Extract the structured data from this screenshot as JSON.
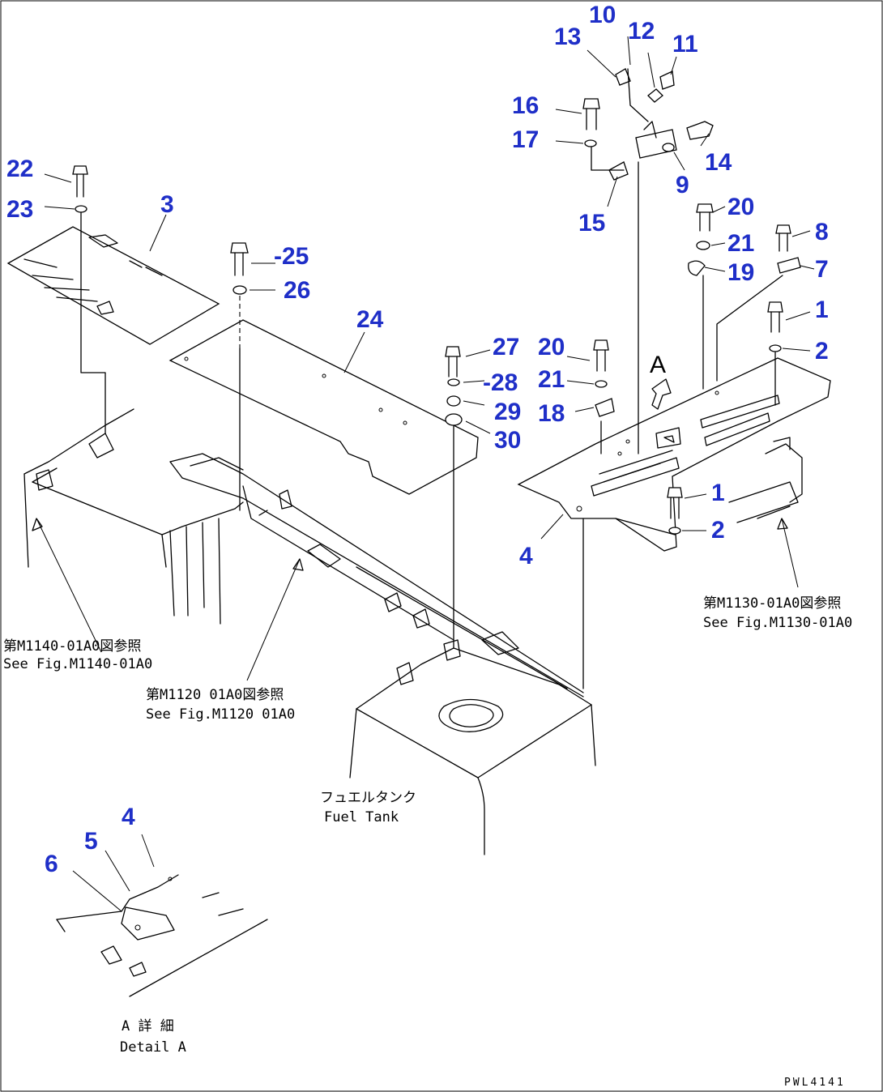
{
  "callouts": {
    "n1a": "1",
    "n2a": "2",
    "n1b": "1",
    "n2b": "2",
    "n3": "3",
    "n4a": "4",
    "n4b": "4",
    "n5": "5",
    "n6": "6",
    "n7": "7",
    "n8": "8",
    "n9": "9",
    "n10": "10",
    "n11": "11",
    "n12": "12",
    "n13": "13",
    "n14": "14",
    "n15": "15",
    "n16": "16",
    "n17": "17",
    "n18": "18",
    "n19": "19",
    "n20a": "20",
    "n20b": "20",
    "n21a": "21",
    "n21b": "21",
    "n22": "22",
    "n23": "23",
    "n24": "24",
    "n25": "-25",
    "n26": "26",
    "n27": "27",
    "n28": "-28",
    "n29": "29",
    "n30": "30"
  },
  "view_marker": "A",
  "references": {
    "m1140_jp": "第M1140-01A0図参照",
    "m1140_en": "See Fig.M1140-01A0",
    "m1120_jp": "第M1120 01A0図参照",
    "m1120_en": "See Fig.M1120 01A0",
    "m1130_jp": "第M1130-01A0図参照",
    "m1130_en": "See Fig.M1130-01A0"
  },
  "fuel_tank": {
    "jp": "フュエルタンク",
    "en": "Fuel Tank"
  },
  "detail": {
    "jp": "A 詳 細",
    "en": "Detail A"
  },
  "drawing_code": "PWL4141",
  "colors": {
    "callout": "#1f2fc8",
    "line": "#000000",
    "background": "#ffffff"
  }
}
